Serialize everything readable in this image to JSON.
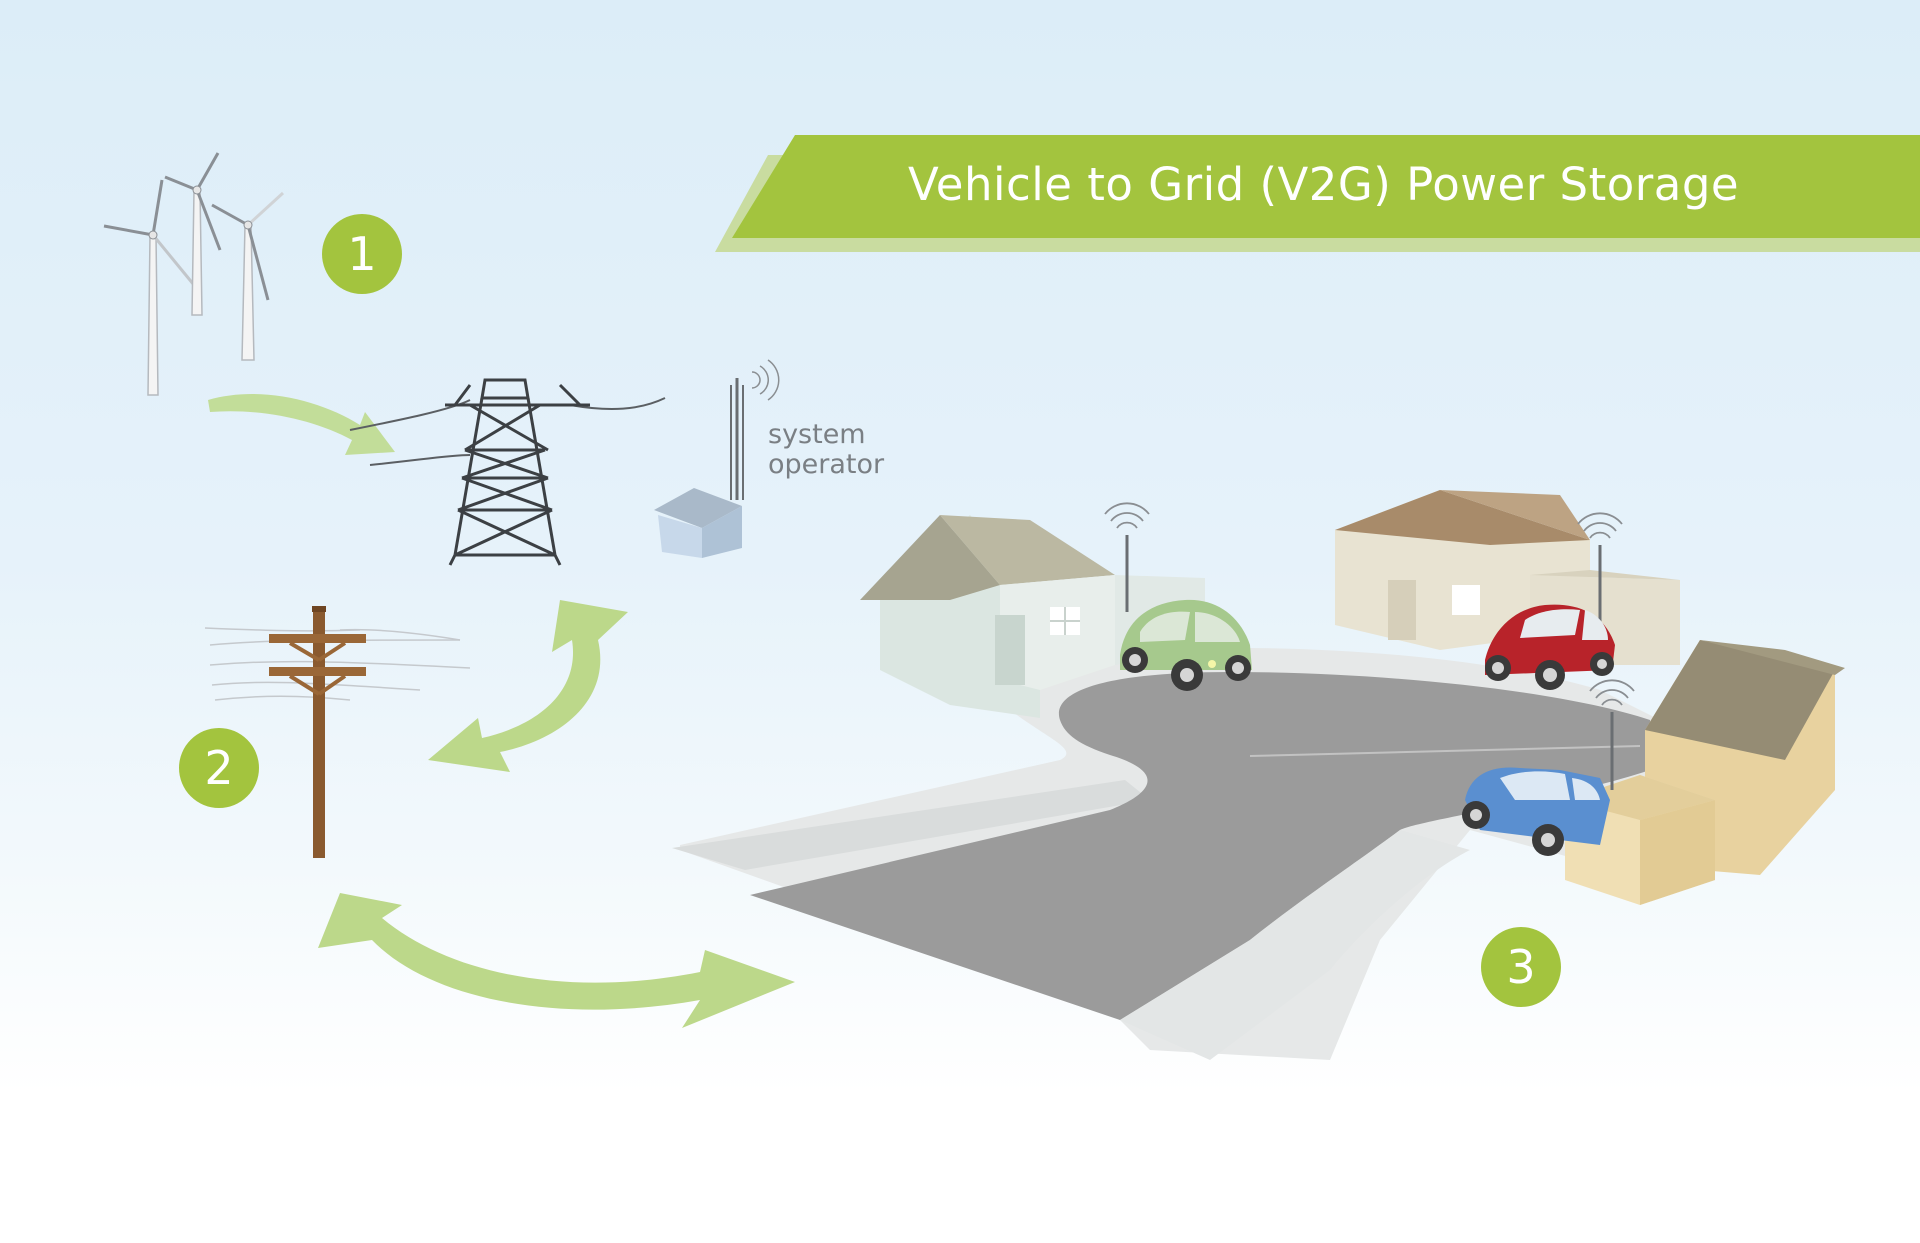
{
  "title": "Vehicle to Grid (V2G) Power Storage",
  "steps": [
    {
      "label": "1",
      "description": "wind-turbines"
    },
    {
      "label": "2",
      "description": "utility-pole"
    },
    {
      "label": "3",
      "description": "neighborhood-vehicles"
    }
  ],
  "system_operator": {
    "line1": "system",
    "line2": "operator"
  },
  "colors": {
    "banner": "#a3c43e",
    "banner_shadow": "#c9dca0",
    "badge": "#a3c43e",
    "arrow": "#bcd88a",
    "road": "#9b9b9b",
    "sidewalk": "#e3e6e6",
    "car_green": "#a6c98d",
    "car_red": "#b8232a",
    "car_blue": "#5a8fd0",
    "label_text": "#7a7f84"
  },
  "icons": [
    "wind-turbine-icon",
    "transmission-tower-icon",
    "utility-pole-icon",
    "antenna-icon",
    "house-icon",
    "car-icon"
  ]
}
